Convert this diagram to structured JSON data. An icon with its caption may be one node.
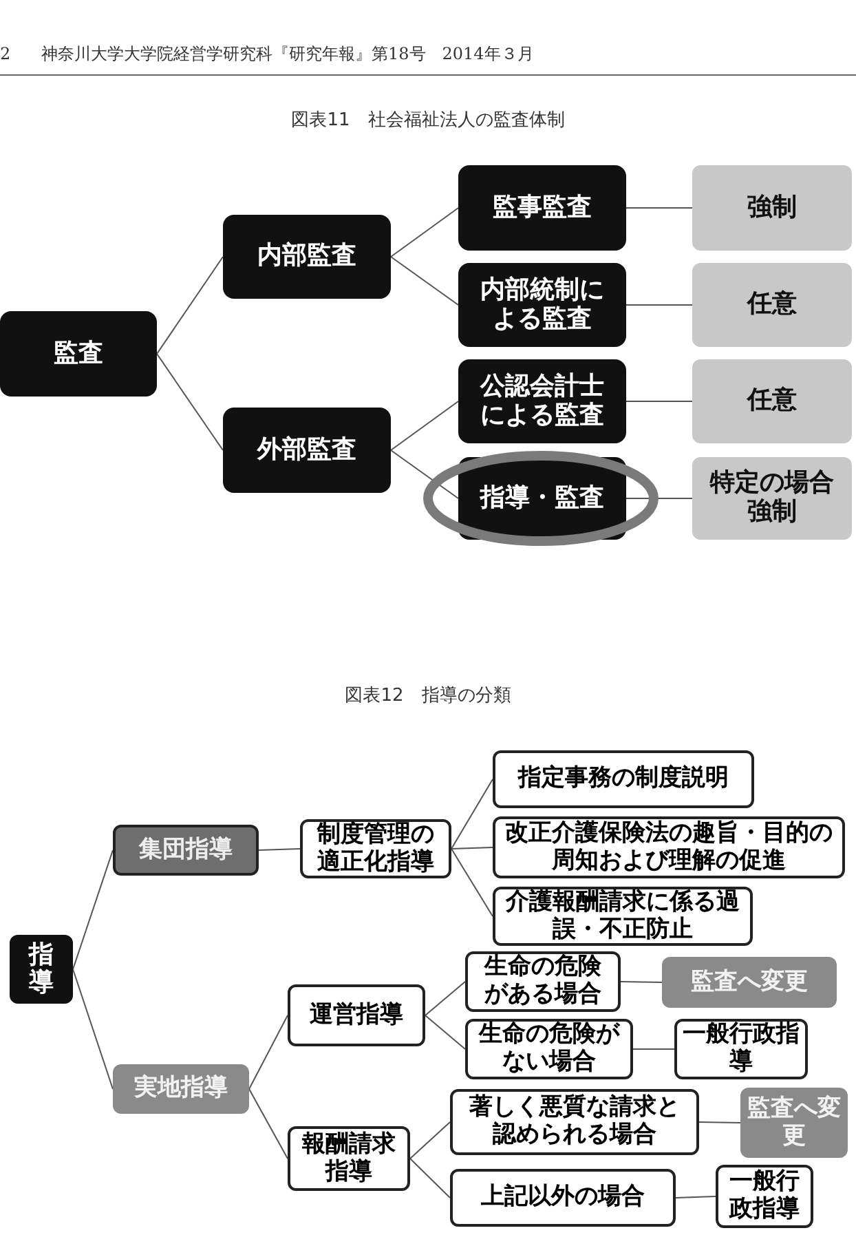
{
  "diagram": {
    "title": "図表11　社会福祉法人の監査体制",
    "nodes": [
      {
        "text": [
          "監査"
        ]
      },
      {
        "text": [
          "内部監査"
        ]
      },
      {
        "text": [
          "外部監査"
        ]
      },
      {
        "text": [
          "監事監査"
        ]
      },
      {
        "text": [
          "内部統制による監査"
        ]
      },
      {
        "text": [
          "公認会計士による監査"
        ]
      },
      {
        "text": [
          "指導・監査"
        ]
      },
      {
        "text": [
          "強制"
        ]
      },
      {
        "text": [
          "任意"
        ]
      },
      {
        "text": [
          "任意"
        ]
      },
      {
        "text": [
          "特定の場合",
          "強制"
        ]
      },
      {
        "text": [
          "指導"
        ]
      },
      {
        "text": [
          "集団指導"
        ]
      },
      {
        "text": [
          "実地指導"
        ]
      },
      {
        "text": [
          "制度管理の適正化指導"
        ]
      },
      {
        "text": [
          "指定事務の制度説明"
        ]
      },
      {
        "text": [
          "改正介護保険法の趣旨・目的の周知および理解の促進"
        ]
      },
      {
        "text": [
          "介護報酬請求に係る過誤・不正防止"
        ]
      },
      {
        "text": [
          "運営指導"
        ]
      },
      {
        "text": [
          "報酬請求指導"
        ]
      },
      {
        "text": [
          "生命の危険がある場合"
        ]
      },
      {
        "text": [
          "監査へ変更"
        ]
      },
      {
        "text": [
          "生命の危険がない場合"
        ]
      },
      {
        "text": [
          "一般行政指導"
        ]
      },
      {
        "text": [
          "著しく悪質な請求と認められる場合"
        ]
      },
      {
        "text": [
          "監査へ変更"
        ]
      },
      {
        "text": [
          "上記以外の場合"
        ]
      },
      {
        "text": [
          "一般行政指導"
        ]
      }
    ],
    "edges": [
      {
        "from": 0,
        "to": 1,
        "arrow": "none"
      },
      {
        "from": 0,
        "to": 2,
        "arrow": "none"
      },
      {
        "from": 1,
        "to": 3,
        "arrow": "none"
      },
      {
        "from": 1,
        "to": 4,
        "arrow": "none"
      },
      {
        "from": 2,
        "to": 5,
        "arrow": "none"
      },
      {
        "from": 2,
        "to": 6,
        "arrow": "none"
      },
      {
        "from": 3,
        "to": 7,
        "arrow": "none"
      },
      {
        "from": 4,
        "to": 8,
        "arrow": "none"
      },
      {
        "from": 5,
        "to": 9,
        "arrow": "none"
      },
      {
        "from": 6,
        "to": 10,
        "arrow": "none"
      },
      {
        "from": 11,
        "to": 12,
        "arrow": "none"
      },
      {
        "from": 11,
        "to": 13,
        "arrow": "none"
      },
      {
        "from": 12,
        "to": 14,
        "arrow": "none"
      },
      {
        "from": 14,
        "to": 15,
        "arrow": "none"
      },
      {
        "from": 14,
        "to": 16,
        "arrow": "none"
      },
      {
        "from": 14,
        "to": 17,
        "arrow": "none"
      },
      {
        "from": 13,
        "to": 18,
        "arrow": "none"
      },
      {
        "from": 13,
        "to": 19,
        "arrow": "none"
      },
      {
        "from": 18,
        "to": 20,
        "arrow": "none"
      },
      {
        "from": 18,
        "to": 22,
        "arrow": "none"
      },
      {
        "from": 20,
        "to": 21,
        "arrow": "none"
      },
      {
        "from": 22,
        "to": 23,
        "arrow": "none"
      },
      {
        "from": 19,
        "to": 24,
        "arrow": "none"
      },
      {
        "from": 19,
        "to": 26,
        "arrow": "none"
      },
      {
        "from": 24,
        "to": 25,
        "arrow": "none"
      },
      {
        "from": 26,
        "to": 27,
        "arrow": "none"
      }
    ],
    "labels": [
      "2",
      "神奈川大学大学院経営学研究科『研究年報』第18号　2014年３月",
      "図表12　指導の分類"
    ]
  }
}
